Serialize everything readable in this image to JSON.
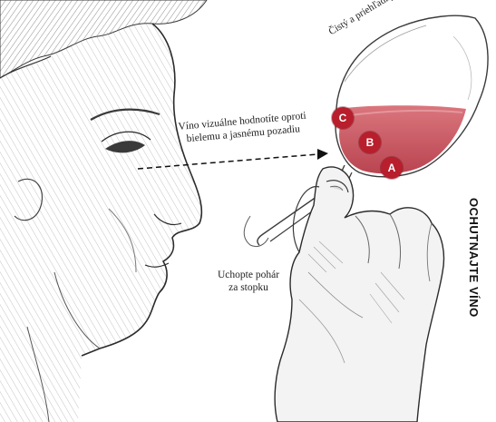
{
  "labels": {
    "visual": "Víno vizuálne hodnotíte oproti\nbielemu a jasnému pozadiu",
    "glass": "Čistý a priehľadný pohár",
    "stem": "Uchopte pohár\nza stopku",
    "side_title": "OCHUTNAJTE VÍNO"
  },
  "markers": {
    "a": "A",
    "b": "B",
    "c": "C"
  },
  "colors": {
    "marker": "#b81e2c",
    "wine": "#c24a55",
    "ink": "#333333"
  }
}
